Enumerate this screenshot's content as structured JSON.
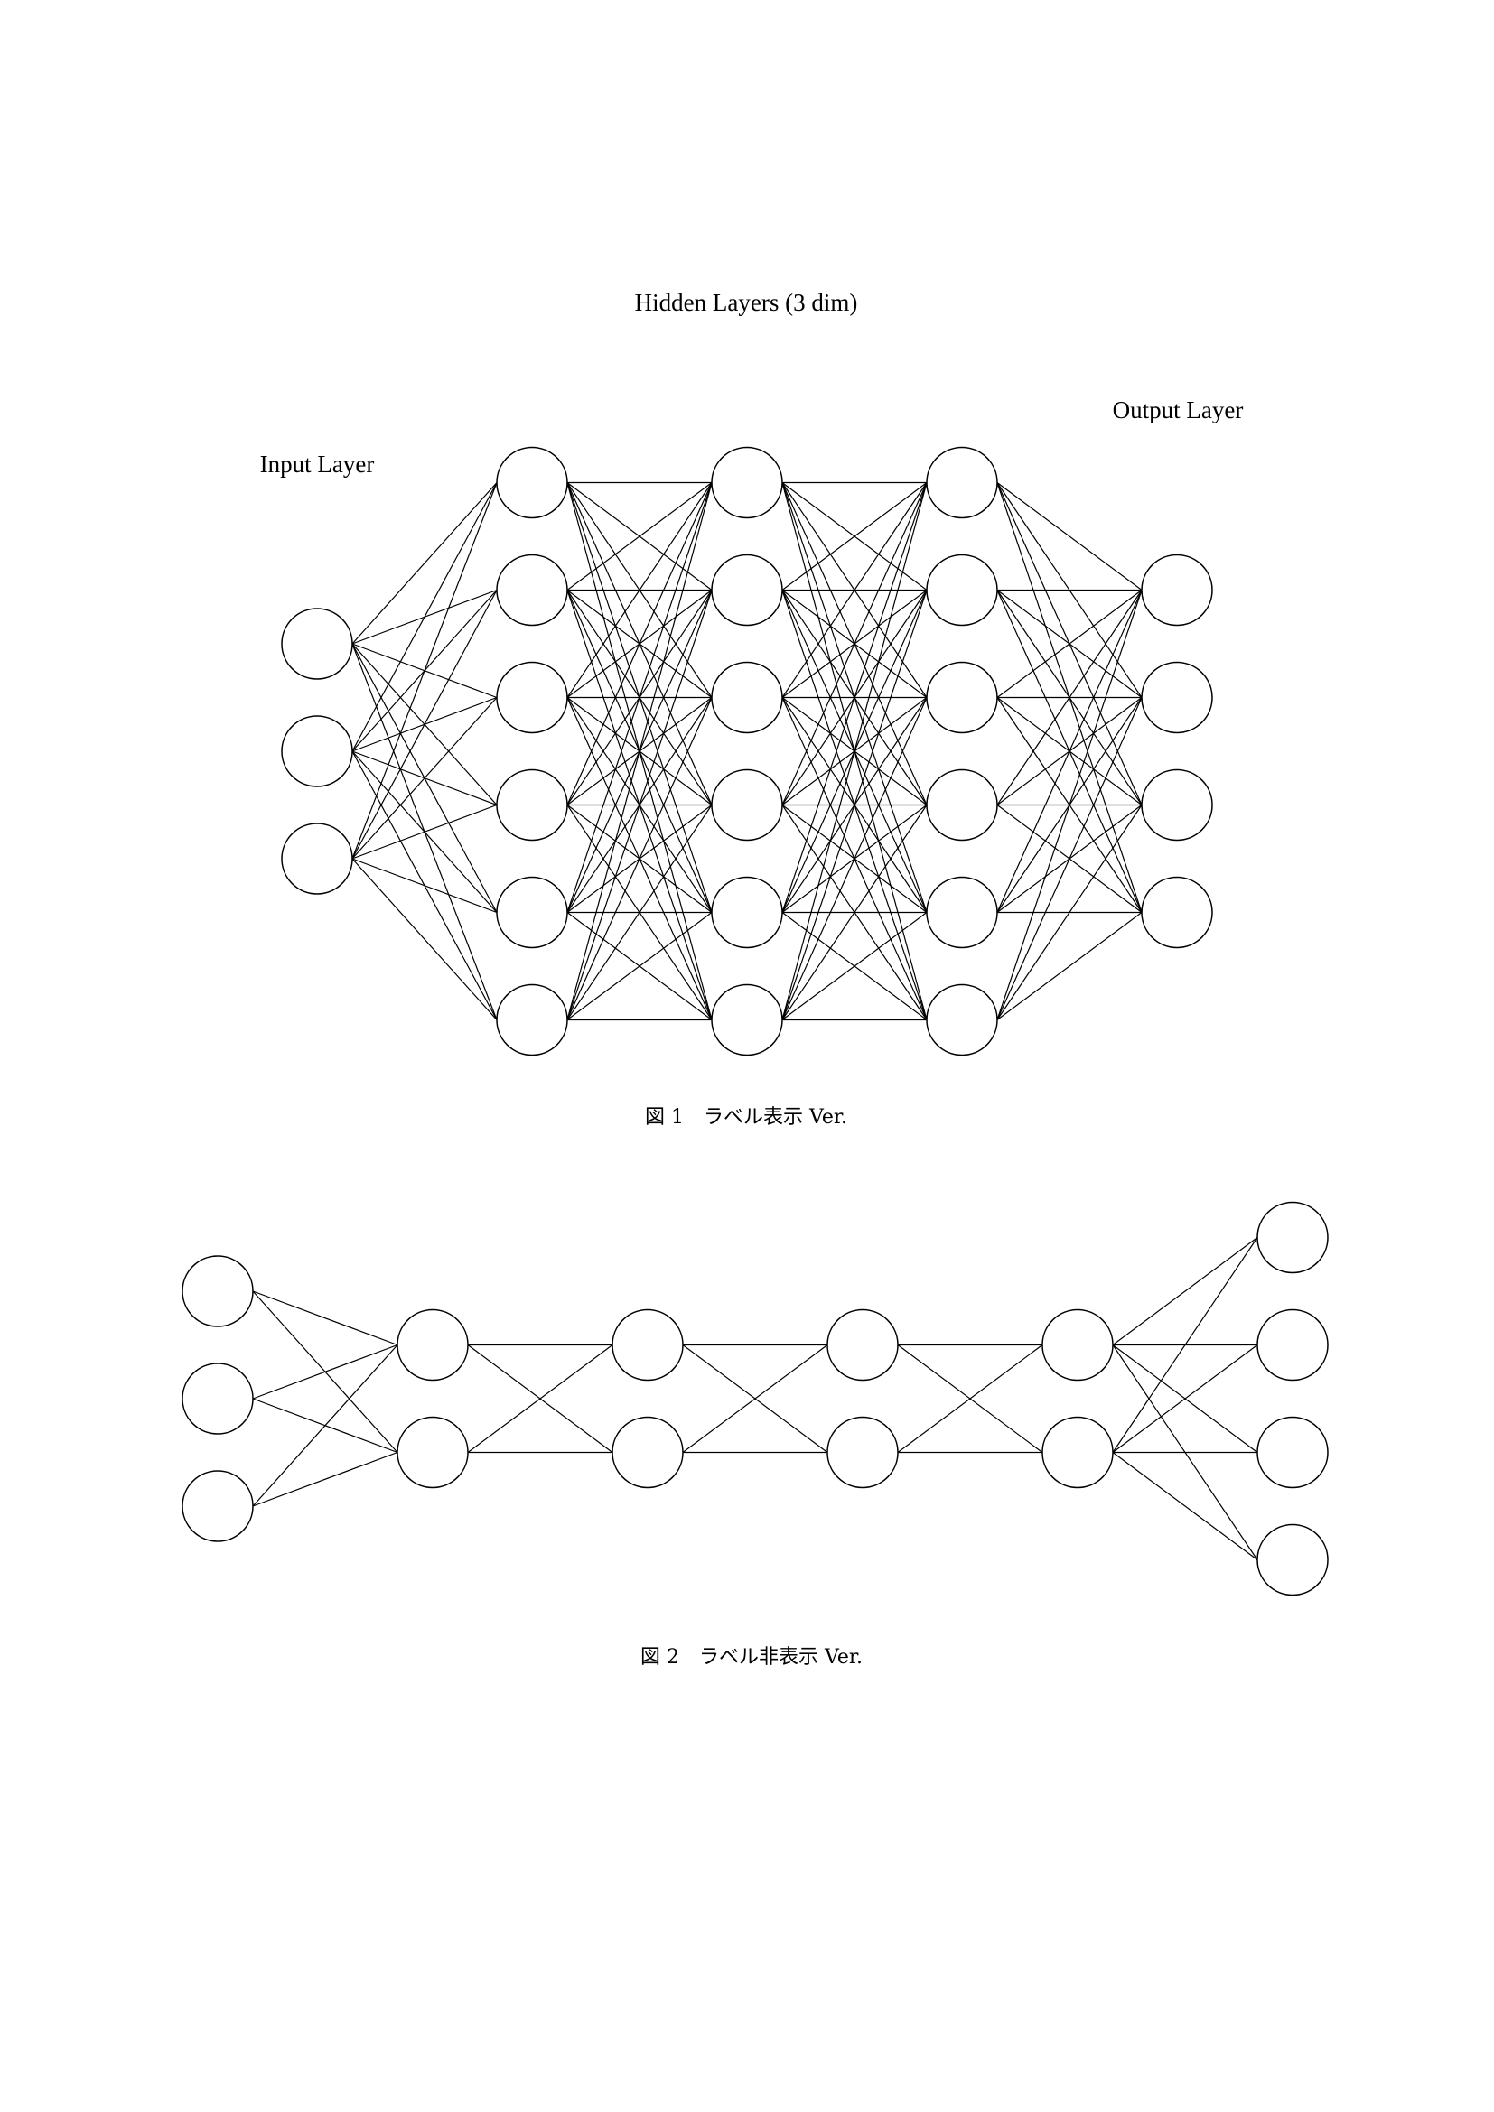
{
  "figure1": {
    "labels": {
      "hidden": "Hidden Layers (3  dim)",
      "output": "Output Layer",
      "input": "Input Layer"
    },
    "caption": "図 1　ラベル表示 Ver.",
    "layers": [
      {
        "name": "input",
        "nodes": 3
      },
      {
        "name": "hidden-1",
        "nodes": 6
      },
      {
        "name": "hidden-2",
        "nodes": 6
      },
      {
        "name": "hidden-3",
        "nodes": 6
      },
      {
        "name": "output",
        "nodes": 4
      }
    ],
    "connectivity": "fully-connected"
  },
  "figure2": {
    "caption": "図 2　ラベル非表示 Ver.",
    "layers": [
      {
        "name": "input",
        "nodes": 3
      },
      {
        "name": "hidden-1",
        "nodes": 2
      },
      {
        "name": "hidden-2",
        "nodes": 2
      },
      {
        "name": "hidden-3",
        "nodes": 2
      },
      {
        "name": "hidden-4",
        "nodes": 2
      },
      {
        "name": "output",
        "nodes": 4
      }
    ],
    "connectivity": "fully-connected"
  }
}
